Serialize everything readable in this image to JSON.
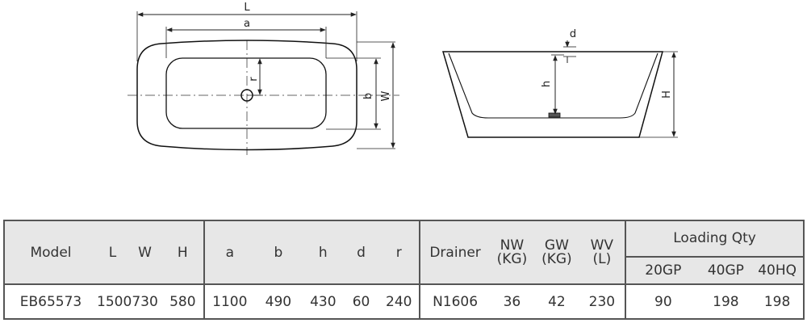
{
  "diagram": {
    "top_view_labels": {
      "L": "L",
      "a": "a",
      "W": "W",
      "b": "b",
      "r": "r"
    },
    "side_view_labels": {
      "d": "d",
      "h": "h",
      "H": "H"
    }
  },
  "spec_table": {
    "headers": {
      "model": "Model",
      "L": "L",
      "W": "W",
      "H": "H",
      "a": "a",
      "b": "b",
      "h": "h",
      "d": "d",
      "r": "r",
      "drainer": "Drainer",
      "nw_line1": "NW",
      "nw_line2": "(KG)",
      "gw_line1": "GW",
      "gw_line2": "(KG)",
      "wv_line1": "WV",
      "wv_line2": "(L)",
      "loading_qty": "Loading Qty",
      "c20gp": "20GP",
      "c40gp": "40GP",
      "c40hq": "40HQ"
    },
    "row": {
      "model": "EB65573",
      "L": "1500",
      "W": "730",
      "H": "580",
      "a": "1100",
      "b": "490",
      "h": "430",
      "d": "60",
      "r": "240",
      "drainer": "N1606",
      "nw": "36",
      "gw": "42",
      "wv": "230",
      "c20gp": "90",
      "c40gp": "198",
      "c40hq": "198"
    }
  }
}
